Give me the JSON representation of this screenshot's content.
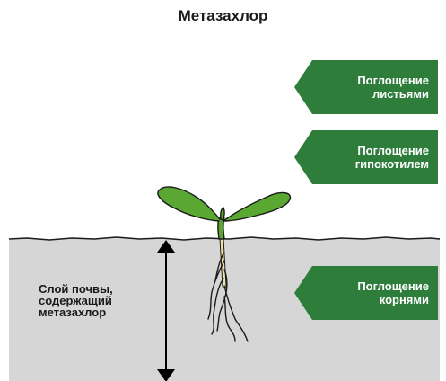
{
  "title": "Метазахлор",
  "labels": {
    "leaves": [
      "Поглощение",
      "листьями"
    ],
    "hypocotyl": [
      "Поглощение",
      "гипокотилем"
    ],
    "roots": [
      "Поглощение",
      "корнями"
    ]
  },
  "soil_layer": [
    "Слой почвы,",
    "содержащий",
    "метазахлор"
  ],
  "colors": {
    "label_green": "#2e7d3b",
    "leaf_green": "#5aa832",
    "soil_gray": "#d6d6d6",
    "root_cream": "#efe3a6"
  }
}
